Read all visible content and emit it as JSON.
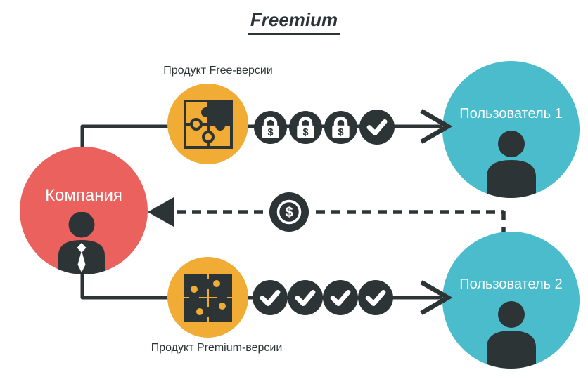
{
  "title": "Freemium",
  "colors": {
    "company_red": "#ea615e",
    "product_yellow": "#f0ac35",
    "user_teal": "#4bbccb",
    "dark": "#2d3436",
    "white": "#ffffff"
  },
  "company": {
    "label": "Компания"
  },
  "products": {
    "free": {
      "label": "Продукт Free-версии"
    },
    "premium": {
      "label": "Продукт Premium-версии"
    }
  },
  "users": [
    {
      "label": "Пользователь 1"
    },
    {
      "label": "Пользователь 2"
    }
  ],
  "flows": {
    "free_flow": {
      "icons": [
        "lock-dollar-icon",
        "lock-dollar-icon",
        "lock-dollar-icon",
        "check-icon"
      ]
    },
    "premium_flow": {
      "icons": [
        "check-icon",
        "check-icon",
        "check-icon",
        "check-icon"
      ]
    },
    "payment_flow": {
      "icon": "dollar-coin-icon",
      "dollar_sign": "$"
    }
  }
}
